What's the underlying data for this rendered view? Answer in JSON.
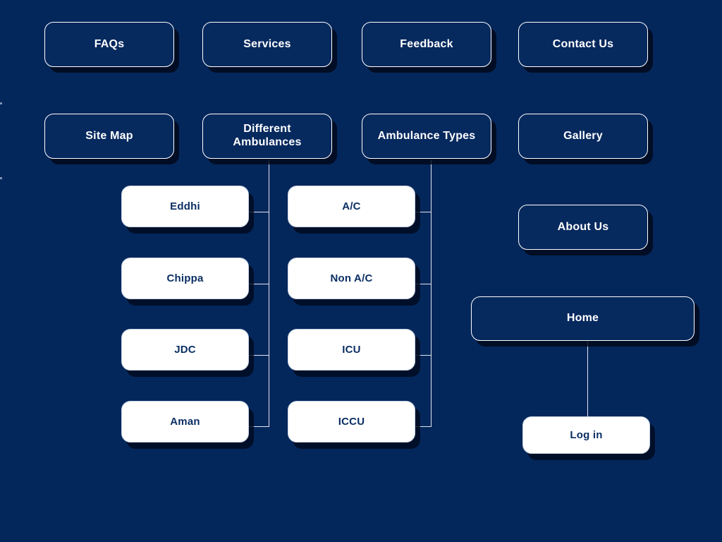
{
  "diagram": {
    "title": "Site Map",
    "background_color": "#04275b",
    "node_fill_dark": "#06295e",
    "node_fill_light": "#ffffff",
    "border_color": "#ffffff",
    "dark_text_color": "#ffffff",
    "light_text_color": "#0b2f63",
    "connector_color": "#dfe6ef"
  },
  "nodes": {
    "faqs": {
      "label": "FAQs",
      "style": "dark"
    },
    "services": {
      "label": "Services",
      "style": "dark"
    },
    "feedback": {
      "label": "Feedback",
      "style": "dark"
    },
    "contact_us": {
      "label": "Contact Us",
      "style": "dark"
    },
    "site_map": {
      "label": "Site Map",
      "style": "dark"
    },
    "different_ambulances": {
      "label": "Different Ambulances",
      "style": "dark"
    },
    "ambulance_types": {
      "label": "Ambulance Types",
      "style": "dark"
    },
    "gallery": {
      "label": "Gallery",
      "style": "dark"
    },
    "about_us": {
      "label": "About Us",
      "style": "dark"
    },
    "home": {
      "label": "Home",
      "style": "dark"
    },
    "eddhi": {
      "label": "Eddhi",
      "style": "light"
    },
    "chippa": {
      "label": "Chippa",
      "style": "light"
    },
    "jdc": {
      "label": "JDC",
      "style": "light"
    },
    "aman": {
      "label": "Aman",
      "style": "light"
    },
    "ac": {
      "label": "A/C",
      "style": "light"
    },
    "non_ac": {
      "label": "Non A/C",
      "style": "light"
    },
    "icu": {
      "label": "ICU",
      "style": "light"
    },
    "iccu": {
      "label": "ICCU",
      "style": "light"
    },
    "log_in": {
      "label": "Log in",
      "style": "light"
    }
  },
  "branches": {
    "different_ambulances_children": [
      "Eddhi",
      "Chippa",
      "JDC",
      "Aman"
    ],
    "ambulance_types_children": [
      "A/C",
      "Non A/C",
      "ICU",
      "ICCU"
    ],
    "home_children": [
      "Log in"
    ]
  }
}
